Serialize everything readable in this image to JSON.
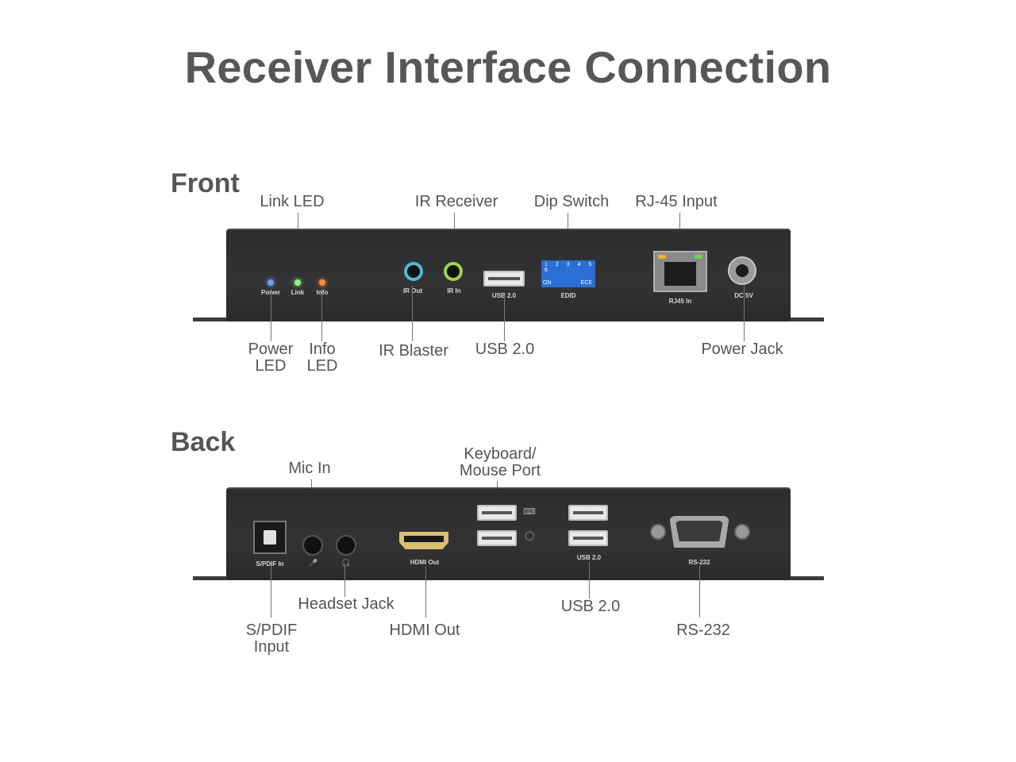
{
  "title": "Receiver Interface Connection",
  "front": {
    "heading": "Front",
    "top_labels": {
      "link_led": "Link LED",
      "ir_receiver": "IR Receiver",
      "dip_switch": "Dip Switch",
      "rj45_input": "RJ-45 Input"
    },
    "bottom_labels": {
      "power_led_1": "Power",
      "power_led_2": "LED",
      "info_led_1": "Info",
      "info_led_2": "LED",
      "ir_blaster": "IR Blaster",
      "usb": "USB 2.0",
      "power_jack": "Power Jack"
    },
    "panel_text": {
      "power": "Power",
      "link": "Link",
      "info": "Info",
      "ir_out": "IR Out",
      "ir_in": "IR In",
      "usb": "USB 2.0",
      "edid": "EDID",
      "dip_on": "ON",
      "dip_ece": "ECE",
      "dip_nums": "1 2 3 4 5 6",
      "rj45": "RJ45 In",
      "dc": "DC 5V"
    },
    "led_colors": {
      "power": "#5b8cff",
      "link": "#7ee07e",
      "info": "#ff8a3d"
    }
  },
  "back": {
    "heading": "Back",
    "top_labels": {
      "mic_in": "Mic In",
      "kbd_1": "Keyboard/",
      "kbd_2": "Mouse Port"
    },
    "bottom_labels": {
      "spdif_1": "S/PDIF",
      "spdif_2": "Input",
      "headset": "Headset Jack",
      "hdmi": "HDMI Out",
      "usb": "USB 2.0",
      "rs232": "RS-232"
    },
    "panel_text": {
      "spdif": "S/PDIF In",
      "hdmi": "HDMI Out",
      "usb": "USB 2.0",
      "rs232": "RS-232"
    }
  }
}
